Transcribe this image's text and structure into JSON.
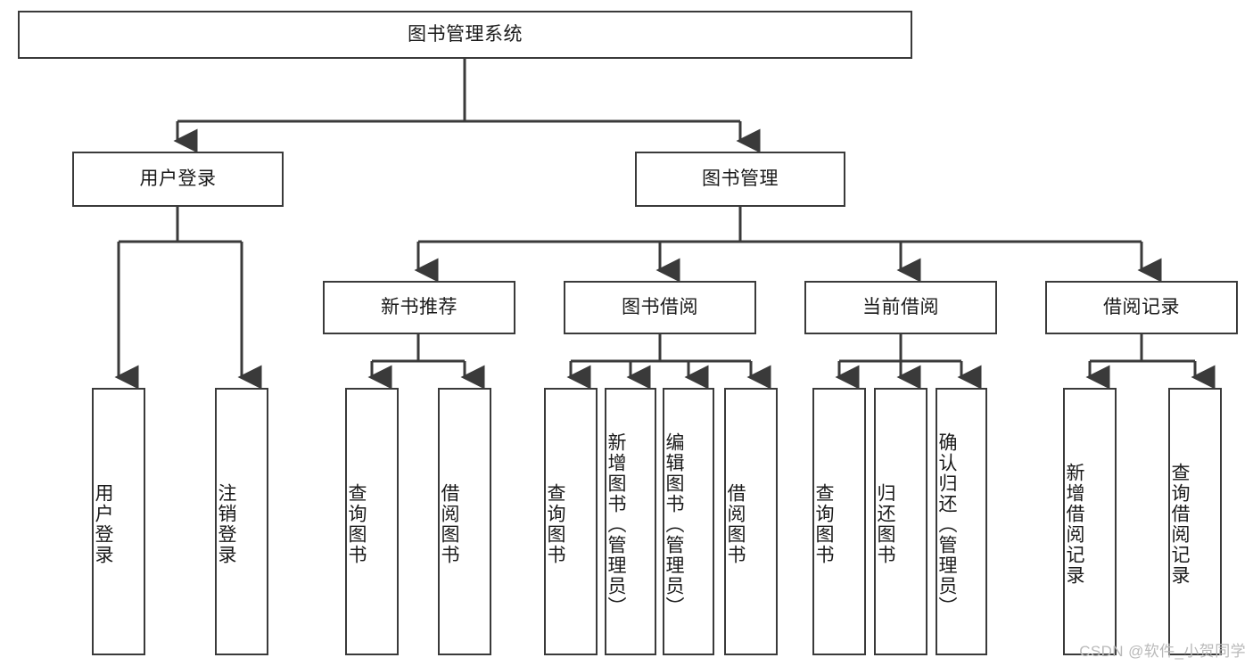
{
  "diagram": {
    "title": "图书管理系统",
    "type": "tree",
    "watermark": "CSDN @软件_小贺同学",
    "colors": {
      "border": "#3a3a3a",
      "text": "#1a1a1a",
      "background": "#ffffff",
      "watermark": "#b9b9b9"
    },
    "root": {
      "label": "图书管理系统"
    },
    "level2": [
      {
        "label": "用户登录"
      },
      {
        "label": "图书管理"
      }
    ],
    "level3": [
      {
        "label": "新书推荐"
      },
      {
        "label": "图书借阅"
      },
      {
        "label": "当前借阅"
      },
      {
        "label": "借阅记录"
      }
    ],
    "leaves": {
      "user_login": [
        {
          "label": "用户登录"
        },
        {
          "label": "注销登录"
        }
      ],
      "new_book_recommend": [
        {
          "label": "查询图书"
        },
        {
          "label": "借阅图书"
        }
      ],
      "book_borrow": [
        {
          "label": "查询图书"
        },
        {
          "label": "新增图书（管理员）"
        },
        {
          "label": "编辑图书（管理员）"
        },
        {
          "label": "借阅图书"
        }
      ],
      "current_borrow": [
        {
          "label": "查询图书"
        },
        {
          "label": "归还图书"
        },
        {
          "label": "确认归还（管理员）"
        }
      ],
      "borrow_record": [
        {
          "label": "新增借阅记录"
        },
        {
          "label": "查询借阅记录"
        }
      ]
    }
  }
}
